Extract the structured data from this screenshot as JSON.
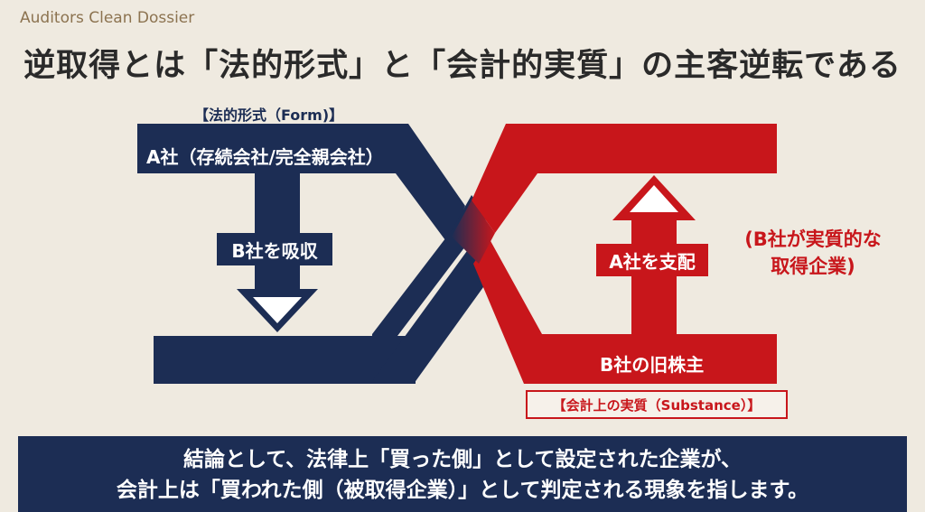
{
  "brand": "Auditors Clean Dossier",
  "title": "逆取得とは「法的形式」と「会計的実質」の主客逆転である",
  "form": {
    "label": "【法的形式（Form)】",
    "company_a": "A社（存続会社/完全親会社）",
    "absorb": "B社を吸収"
  },
  "substance": {
    "control": "A社を支配",
    "side_note_line1": "(B社が実質的な",
    "side_note_line2": "取得企業)",
    "shareholders": "B社の旧株主",
    "label": "【会計上の実質（Substance）】"
  },
  "conclusion": {
    "line1": "結論として、法律上「買った側」として設定された企業が、",
    "line2": "会計上は「買われた側（被取得企業）」として判定される現象を指します。"
  },
  "colors": {
    "navy": "#1c2d54",
    "red": "#c8161b",
    "background": "#efeae0"
  }
}
